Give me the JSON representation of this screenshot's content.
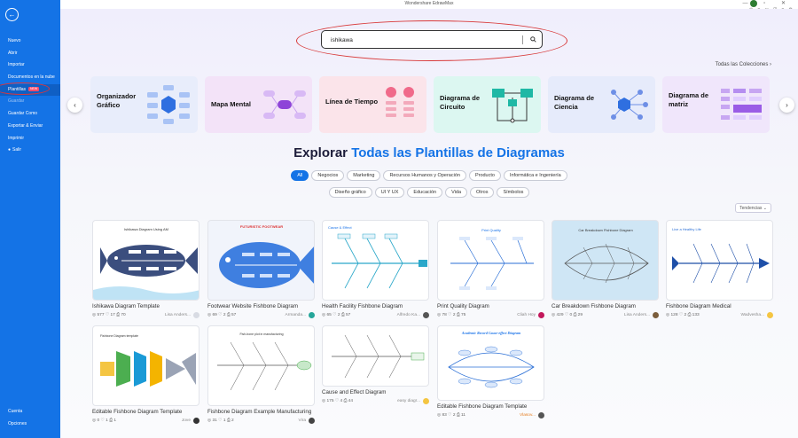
{
  "window": {
    "title": "Wondershare EdrawMax",
    "controls": "—  ▫  ✕",
    "top_icons": "◷ ▾  ◻  ⊞ ▾  ⚙"
  },
  "sidebar": {
    "items": [
      {
        "label": "Nuevo"
      },
      {
        "label": "Abrir"
      },
      {
        "label": "Importar"
      },
      {
        "label": "Documentos en la nube"
      },
      {
        "label": "Plantillas",
        "badge": "NEW"
      },
      {
        "label": "Guardar"
      },
      {
        "label": "Guardar Como"
      },
      {
        "label": "Exportar & Enviar"
      },
      {
        "label": "Imprimir"
      },
      {
        "label": "Salir"
      }
    ],
    "bottom": [
      {
        "label": "Cuenta"
      },
      {
        "label": "Opciones"
      }
    ]
  },
  "search": {
    "value": "ishikawa"
  },
  "collections_link": "Todas las Colecciones",
  "categories": [
    {
      "label": "Organizador Gráfico",
      "color": "#e8edfb"
    },
    {
      "label": "Mapa Mental",
      "color": "#f3e3f8"
    },
    {
      "label": "Línea de Tiempo",
      "color": "#fbe4ea"
    },
    {
      "label": "Diagrama de Circuito",
      "color": "#dcf7f1"
    },
    {
      "label": "Diagrama de Ciencia",
      "color": "#e6ebfb"
    },
    {
      "label": "Diagrama de matriz",
      "color": "#f0e6fb"
    }
  ],
  "explore": {
    "prefix": "Explorar ",
    "highlight": "Todas las Plantillas de Diagramas"
  },
  "filters_row1": [
    "All",
    "Negocios",
    "Marketing",
    "Recursos Humanos y Operación",
    "Producto",
    "Informática e Ingeniería"
  ],
  "filters_row2": [
    "Diseño gráfico",
    "UI Y UX",
    "Educación",
    "Vida",
    "Otros",
    "Símbolos"
  ],
  "sort_label": "Tendencias ⌄",
  "templates": [
    {
      "name": "Ishikawa Diagram Template",
      "meta": "◎ 577  ♡ 17  ⎙ 70",
      "author": "Lisa Anders..."
    },
    {
      "name": "Footwear Website Fishbone Diagram",
      "meta": "◎ 69  ♡ 2  ⎙ 57",
      "author": "Armanda..."
    },
    {
      "name": "Health Facility Fishbone Diagram",
      "meta": "◎ 65  ♡ 2  ⎙ 57",
      "author": "Alfredo Ka..."
    },
    {
      "name": "Print Quality Diagram",
      "meta": "◎ 78  ♡ 2  ⎙ 75",
      "author": "Cliah Hoy"
    },
    {
      "name": "Car Breakdown Fishbone Diagram",
      "meta": "◎ 429  ♡ 0  ⎙ 29",
      "author": "Lisa Anders..."
    },
    {
      "name": "Fishbone Diagram Medical",
      "meta": "◎ 128  ♡ 2  ⎙ 133",
      "author": "Wadvesha..."
    },
    {
      "name": "Editable Fishbone Diagram Template",
      "meta": "◎ 0  ♡ 1  ⎙ 1",
      "author": "Jove"
    },
    {
      "name": "Fishbone Diagram Example Manufacturing",
      "meta": "◎ 31  ♡ 1  ⎙ 2",
      "author": "Vira"
    },
    {
      "name": "Cause and Effect Diagram",
      "meta": "◎ 175  ♡ 4  ⎙ 44",
      "author": "easy diagr..."
    },
    {
      "name": "Editable Fishbone Diagram Template",
      "meta": "◎ 83  ♡ 2  ⎙ 11",
      "author": "Vlasov..."
    }
  ],
  "thumb_titles": {
    "t0": "Ishikawa Diagram Using AM",
    "t1": "FUTURISTIC FOOTWEAR",
    "t2": "Cause & Effect",
    "t3": "Print Quality",
    "t4": "Car Breakdown Fishbone Diagram",
    "t5": "Live a Healthy Life",
    "t6": "Fishbone Diagram template",
    "t7": "Fish-bone plot in manufacturing",
    "t9": "Academic Record Cause-effect Diagram"
  }
}
